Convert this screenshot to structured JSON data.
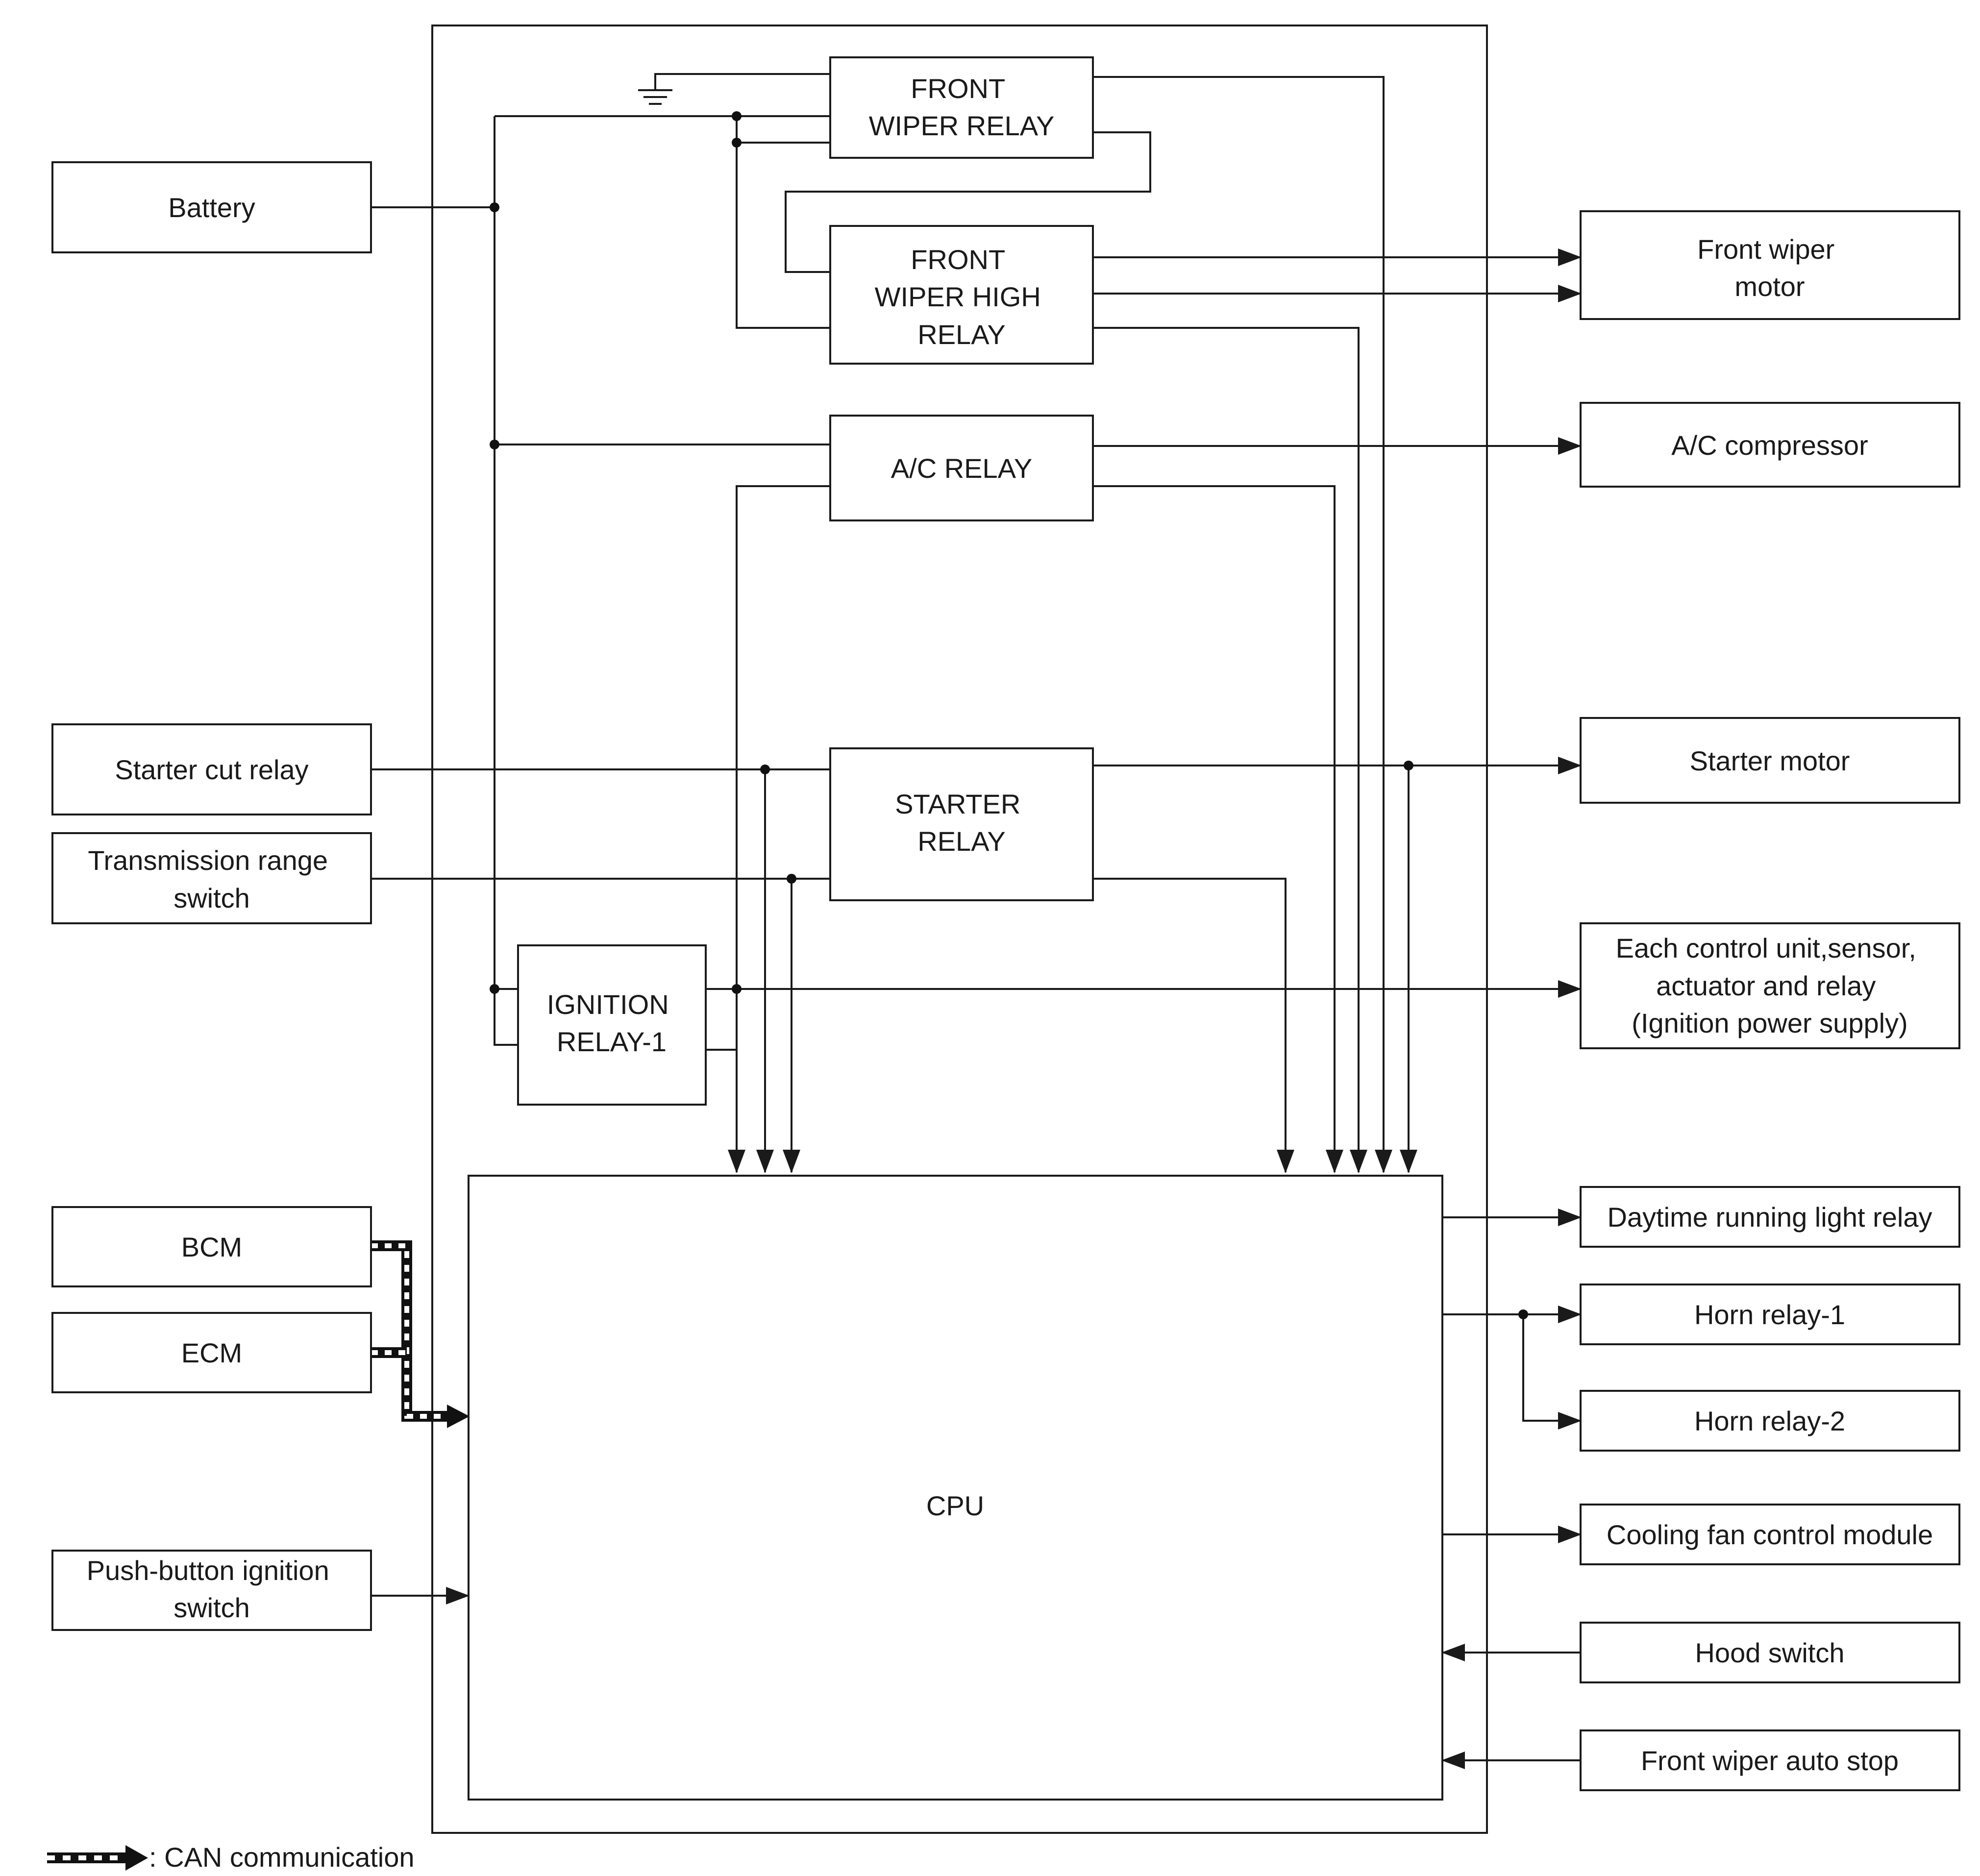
{
  "blocks": {
    "front_wiper_relay": [
      "FRONT",
      "WIPER RELAY"
    ],
    "front_wiper_high_relay": [
      "FRONT",
      "WIPER HIGH",
      "RELAY"
    ],
    "ac_relay": [
      "A/C RELAY"
    ],
    "starter_relay": [
      "STARTER",
      "RELAY"
    ],
    "ignition_relay_1": [
      "IGNITION",
      "RELAY-1"
    ],
    "cpu": [
      "CPU"
    ]
  },
  "inputs": {
    "battery": [
      "Battery"
    ],
    "starter_cut_relay": [
      "Starter cut relay"
    ],
    "transmission_range_switch": [
      "Transmission range",
      "switch"
    ],
    "bcm": [
      "BCM"
    ],
    "ecm": [
      "ECM"
    ],
    "push_button_ignition_switch": [
      "Push-button ignition",
      "switch"
    ]
  },
  "outputs": {
    "front_wiper_motor": [
      "Front wiper",
      "motor"
    ],
    "ac_compressor": [
      "A/C compressor"
    ],
    "starter_motor": [
      "Starter motor"
    ],
    "each_control_unit": [
      "Each control unit,sensor,",
      "actuator and relay",
      "(Ignition power supply)"
    ],
    "daytime_running_light_relay": [
      "Daytime running light relay"
    ],
    "horn_relay_1": [
      "Horn relay-1"
    ],
    "horn_relay_2": [
      "Horn relay-2"
    ],
    "cooling_fan_control_module": [
      "Cooling fan control module"
    ],
    "hood_switch": [
      "Hood switch"
    ],
    "front_wiper_auto_stop": [
      "Front wiper auto stop"
    ]
  },
  "legend": {
    "can_label": ": CAN communication"
  }
}
